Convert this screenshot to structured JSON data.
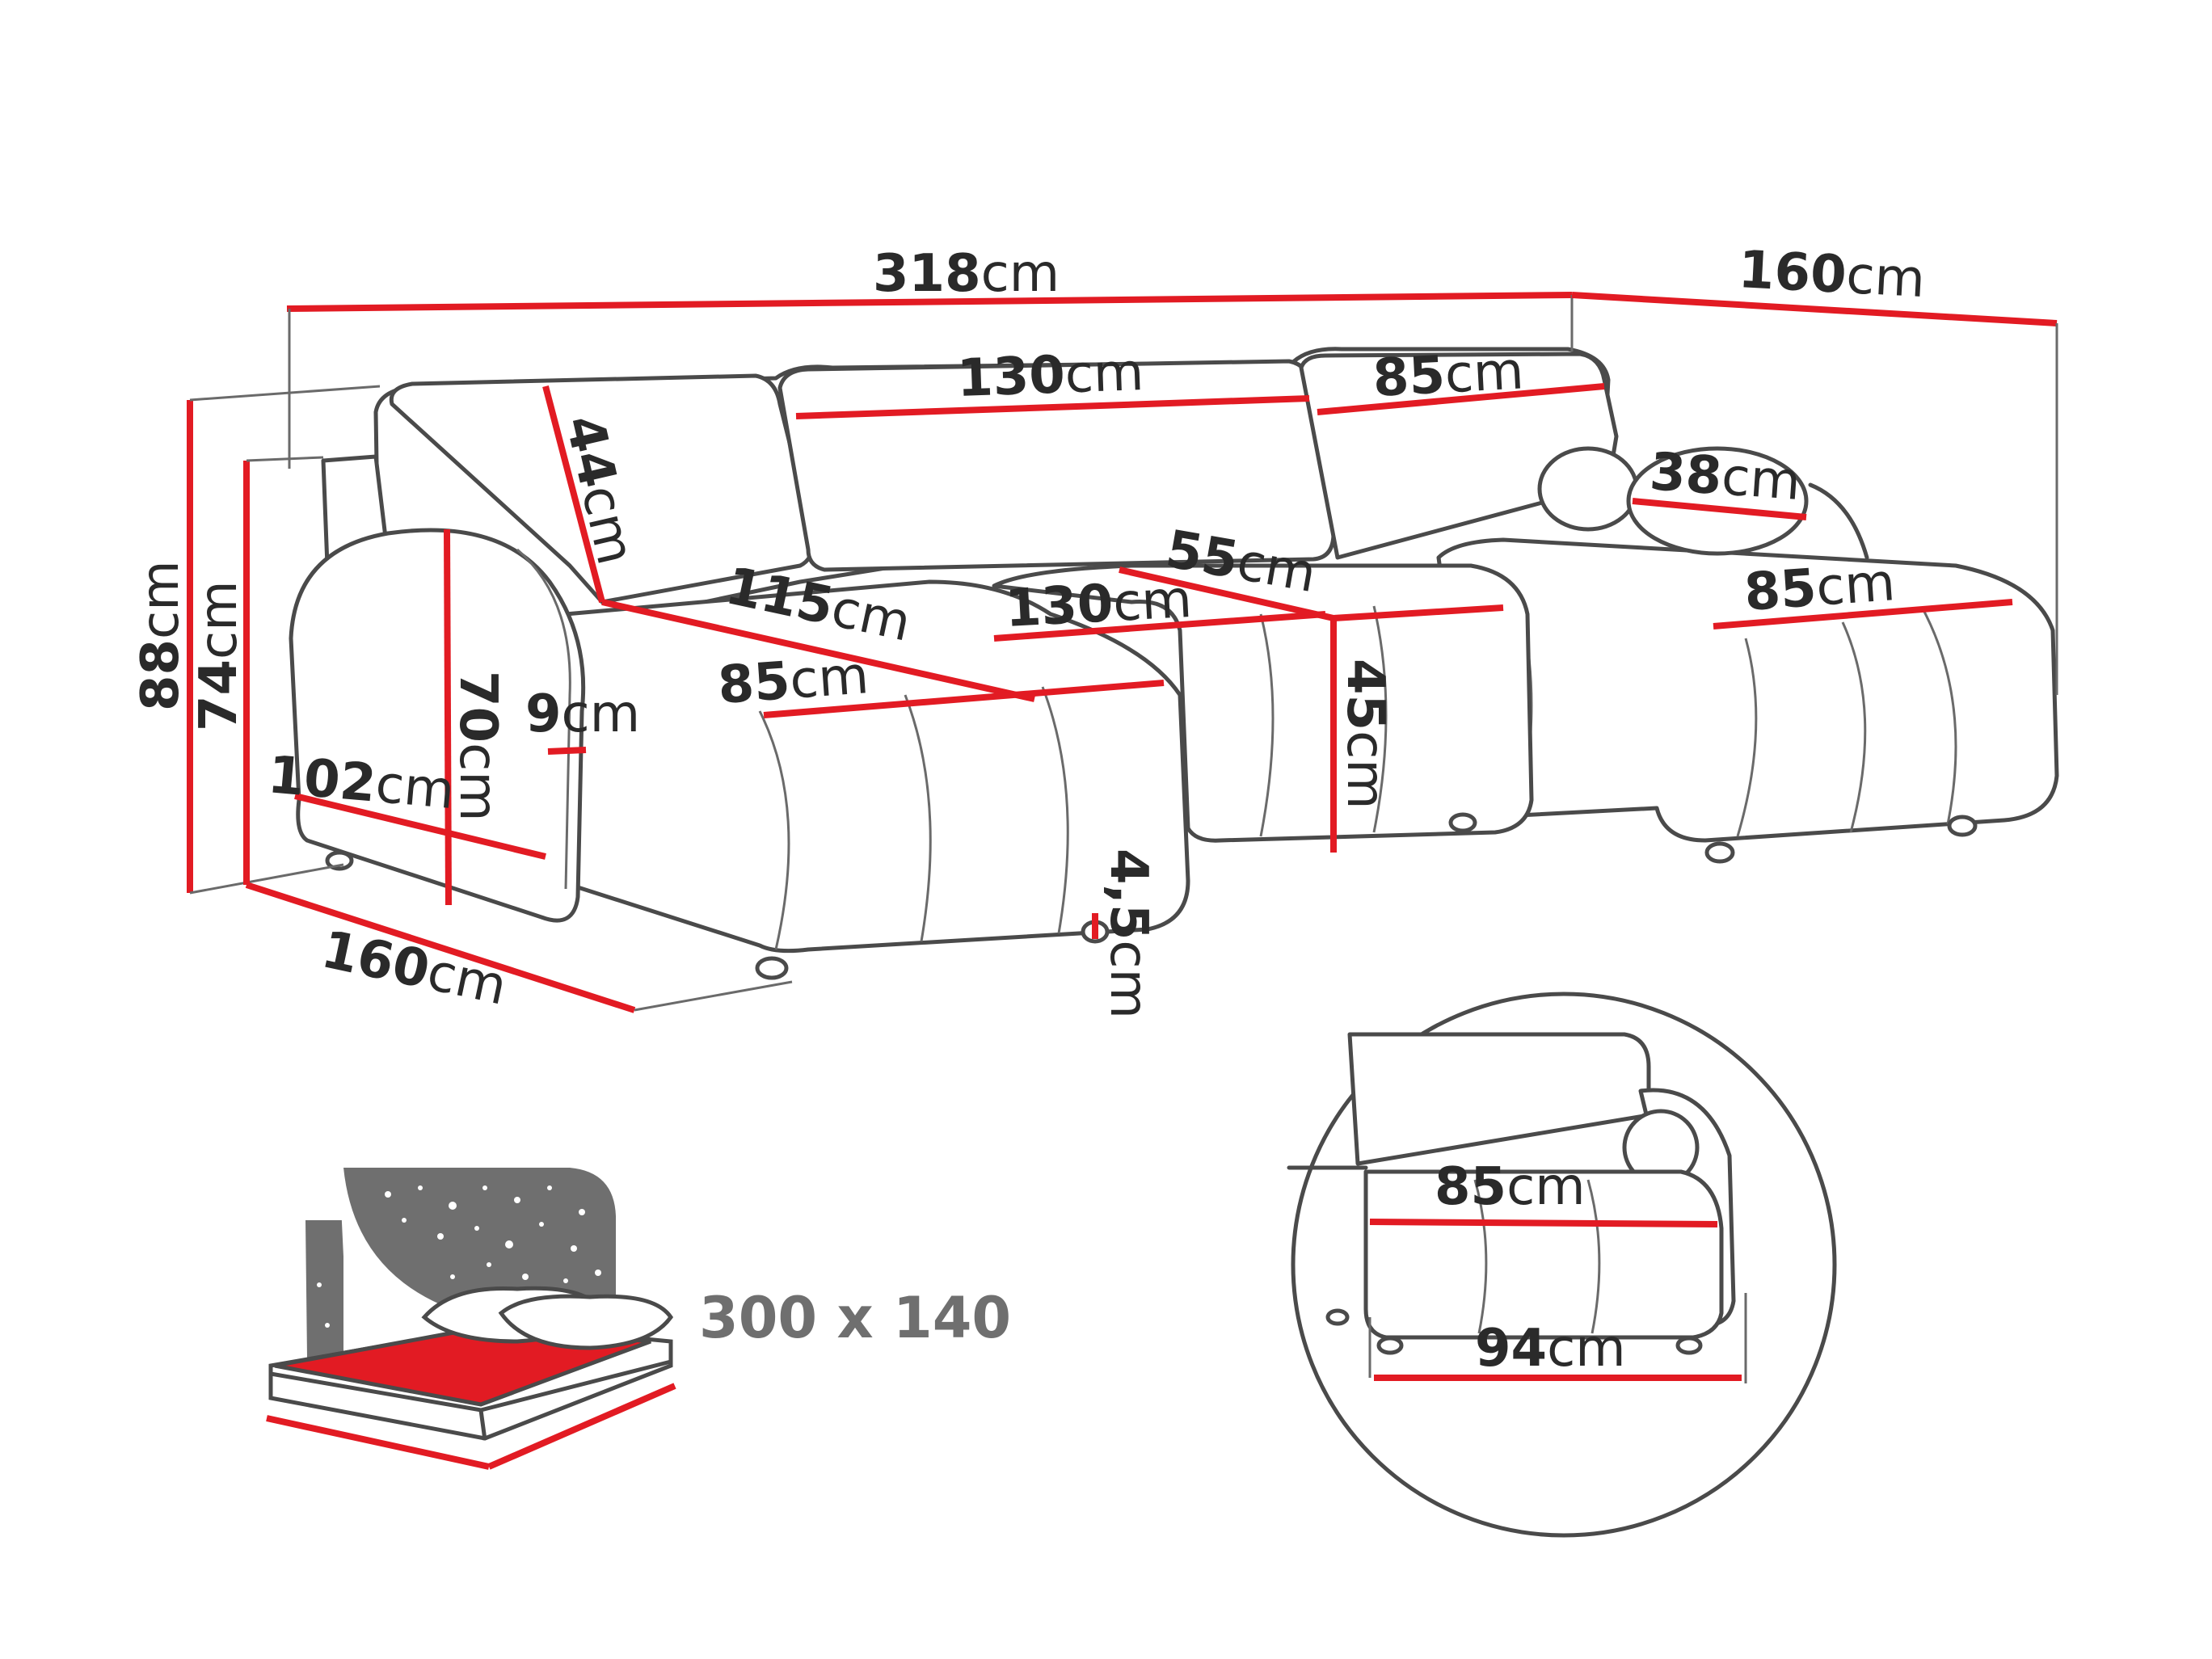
{
  "unit": "cm",
  "dimensions": {
    "overall_width": "318",
    "chaise_depth_right": "160",
    "backrest_middle": "130",
    "backrest_right": "85",
    "pillow": "38",
    "backrest_height": "44",
    "seat_depth_left": "115",
    "seat_width_middle": "130",
    "seat_depth_middle": "55",
    "seat_right": "85",
    "seat_left": "85",
    "armrest_width": "9",
    "armrest_height": "70",
    "seat_height": "45",
    "total_height": "88",
    "side_height": "74",
    "armrest_length": "102",
    "chaise_depth_left": "160",
    "foot_height": "4,5"
  },
  "detail_view": {
    "seat_depth": "85",
    "width": "94"
  },
  "sleeping_area": {
    "label": "300 x 140"
  },
  "colors": {
    "dimension_line": "#e21b23",
    "outline": "#4a4a4a",
    "mattress": "#e21b23",
    "night_sky": "#6f6f6f"
  },
  "icons": [
    "night-sky-icon",
    "bed-mattress-icon",
    "pillows-icon"
  ]
}
